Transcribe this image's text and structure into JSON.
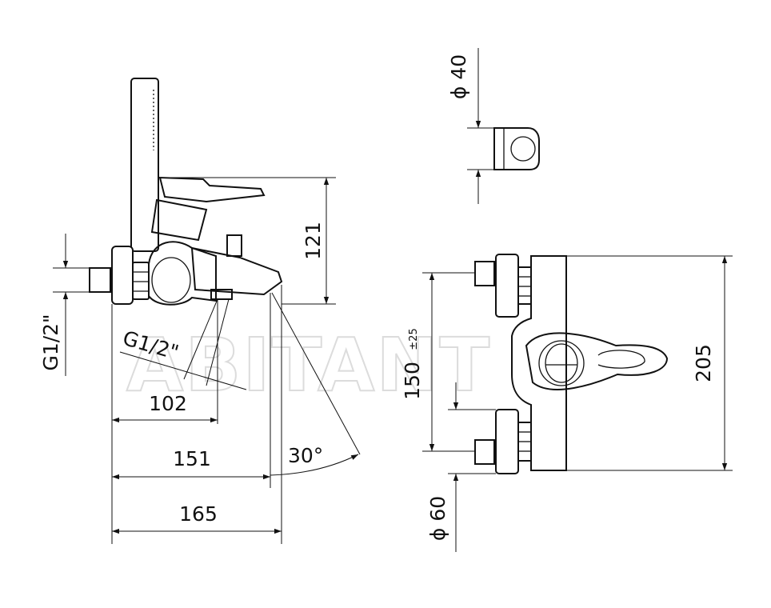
{
  "watermark": "ABITANT",
  "side_view": {
    "thread_vertical": "G1/2\"",
    "thread_angled": "G1/2\"",
    "height": "121",
    "depth_inlet": "102",
    "depth_spout": "151",
    "depth_total": "165",
    "angle": "30°"
  },
  "holder_view": {
    "diameter": "ϕ 40"
  },
  "front_view": {
    "centers": "150",
    "centers_tolerance": "±25",
    "height": "205",
    "rosette_diameter": "ϕ 60"
  }
}
